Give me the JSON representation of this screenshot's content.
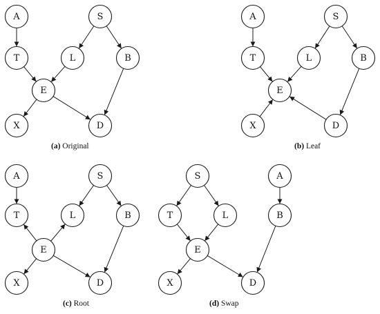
{
  "panels": [
    {
      "id": "a",
      "caption_tag": "(a)",
      "caption_text": "Original",
      "nodes": [
        "A",
        "T",
        "S",
        "L",
        "B",
        "E",
        "X",
        "D"
      ],
      "edges": [
        [
          "A",
          "T"
        ],
        [
          "S",
          "L"
        ],
        [
          "S",
          "B"
        ],
        [
          "T",
          "E"
        ],
        [
          "L",
          "E"
        ],
        [
          "B",
          "D"
        ],
        [
          "E",
          "X"
        ],
        [
          "E",
          "D"
        ]
      ]
    },
    {
      "id": "b",
      "caption_tag": "(b)",
      "caption_text": "Leaf",
      "nodes": [
        "A",
        "T",
        "S",
        "L",
        "B",
        "E",
        "X",
        "D"
      ],
      "edges": [
        [
          "A",
          "T"
        ],
        [
          "S",
          "L"
        ],
        [
          "S",
          "B"
        ],
        [
          "T",
          "E"
        ],
        [
          "L",
          "E"
        ],
        [
          "B",
          "D"
        ],
        [
          "X",
          "E"
        ],
        [
          "D",
          "E"
        ]
      ]
    },
    {
      "id": "c",
      "caption_tag": "(c)",
      "caption_text": "Root",
      "nodes": [
        "A",
        "T",
        "S",
        "L",
        "B",
        "E",
        "X",
        "D"
      ],
      "edges": [
        [
          "A",
          "T"
        ],
        [
          "S",
          "L"
        ],
        [
          "S",
          "B"
        ],
        [
          "E",
          "T"
        ],
        [
          "E",
          "L"
        ],
        [
          "B",
          "D"
        ],
        [
          "E",
          "X"
        ],
        [
          "E",
          "D"
        ]
      ]
    },
    {
      "id": "d",
      "caption_tag": "(d)",
      "caption_text": "Swap",
      "nodes": [
        "S",
        "A",
        "T",
        "L",
        "B",
        "E",
        "X",
        "D"
      ],
      "edges": [
        [
          "S",
          "T"
        ],
        [
          "S",
          "L"
        ],
        [
          "A",
          "B"
        ],
        [
          "T",
          "E"
        ],
        [
          "L",
          "E"
        ],
        [
          "B",
          "D"
        ],
        [
          "E",
          "X"
        ],
        [
          "E",
          "D"
        ]
      ]
    }
  ]
}
